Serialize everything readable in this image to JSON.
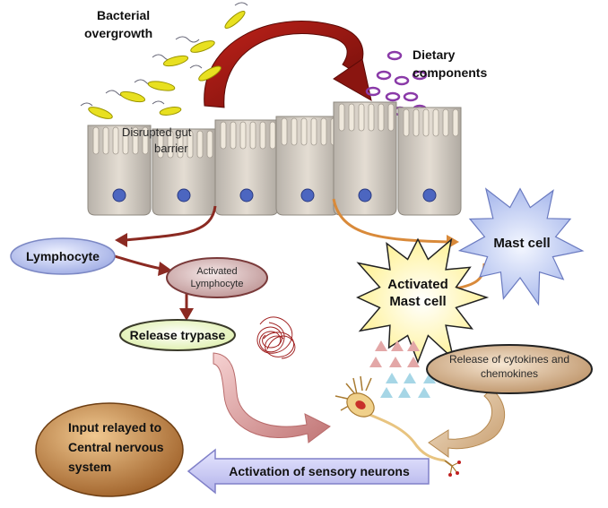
{
  "labels": {
    "bacterial": [
      "Bacterial",
      "overgrowth"
    ],
    "dietary": [
      "Dietary",
      "components"
    ],
    "barrier": [
      "Disrupted gut",
      "barrier"
    ],
    "lymphocyte": "Lymphocyte",
    "activated_lymphocyte": [
      "Activated",
      "Lymphocyte"
    ],
    "release_trypase": "Release trypase",
    "mast_cell": "Mast cell",
    "activated_mast_cell": [
      "Activated",
      "Mast cell"
    ],
    "cytokines": [
      "Release of cytokines and",
      "chemokines"
    ],
    "sensory": "Activation of sensory neurons",
    "cns": [
      "Input relayed to",
      "Central nervous",
      "system"
    ]
  },
  "colors": {
    "big_arrow": "#9c1c16",
    "lymph_arrow": "#8b2a22",
    "mast_arrow": "#d98a3a",
    "lymphocyte_fill": "#b9c3ef",
    "activated_lymph_fill": "#d6b6b6",
    "trypase_fill": "#ecf6c8",
    "mast_fill": "#c8d4f4",
    "activated_mast_fill": "#fff8c0",
    "cytokine_fill": "#d8b492",
    "cns_fill": "#b87b3a",
    "sensory_arrow": "#c6c6f2",
    "cell_fill": "#dcd5cc",
    "nucleus": "#4c66c0",
    "bacteria": "#e8e020",
    "dietary": "#8a3aa8"
  }
}
